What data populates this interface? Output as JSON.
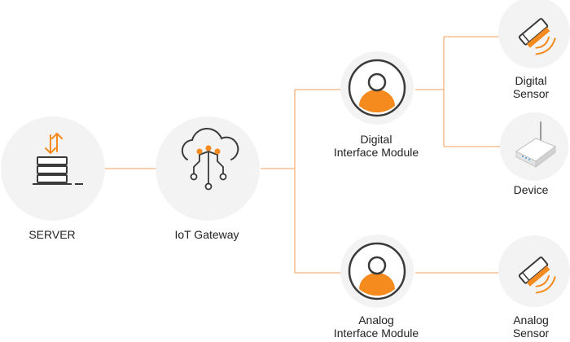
{
  "nodes": {
    "server": {
      "label": "SERVER"
    },
    "gateway": {
      "label": "IoT Gateway"
    },
    "digital_module": {
      "line1": "Digital",
      "line2": "Interface Module"
    },
    "analog_module": {
      "line1": "Analog",
      "line2": "Interface Module"
    },
    "digital_sensor": {
      "line1": "Digital",
      "line2": "Sensor"
    },
    "device": {
      "label": "Device"
    },
    "analog_sensor": {
      "line1": "Analog",
      "line2": "Sensor"
    }
  },
  "colors": {
    "accent": "#F58A1F",
    "circle": "#F3F3F3",
    "line": "#F7B27A",
    "icon_dark": "#3A3A3A"
  }
}
